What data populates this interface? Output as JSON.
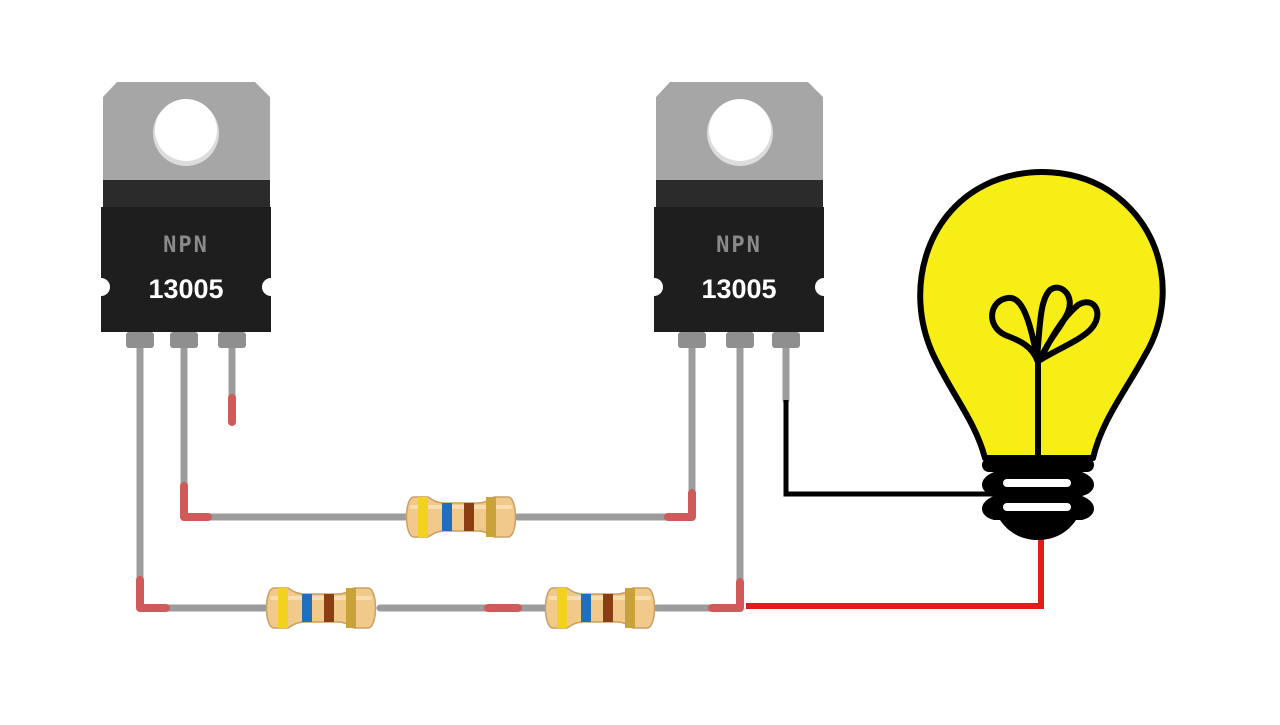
{
  "transistors": [
    {
      "id": "left",
      "type_label": "NPN",
      "part_number": "13005"
    },
    {
      "id": "right",
      "type_label": "NPN",
      "part_number": "13005"
    }
  ],
  "resistors": [
    {
      "id": "r1",
      "bands": [
        "#f2d21d",
        "#1f6fc0",
        "#8b3d14",
        "#c9a23a"
      ]
    },
    {
      "id": "r2",
      "bands": [
        "#f2d21d",
        "#1f6fc0",
        "#8b3d14",
        "#c9a23a"
      ]
    },
    {
      "id": "r3",
      "bands": [
        "#f2d21d",
        "#1f6fc0",
        "#8b3d14",
        "#c9a23a"
      ]
    }
  ],
  "colors": {
    "wire": "#9c9c9c",
    "wire_end": "#d05a5a",
    "wire_red": "#e31b1b",
    "wire_black": "#000000",
    "heatsink": "#a6a6a6",
    "transistor_body": "#1e1e1e",
    "bulb_glass": "#f6ee14",
    "resistor_body": "#f1c98a"
  }
}
